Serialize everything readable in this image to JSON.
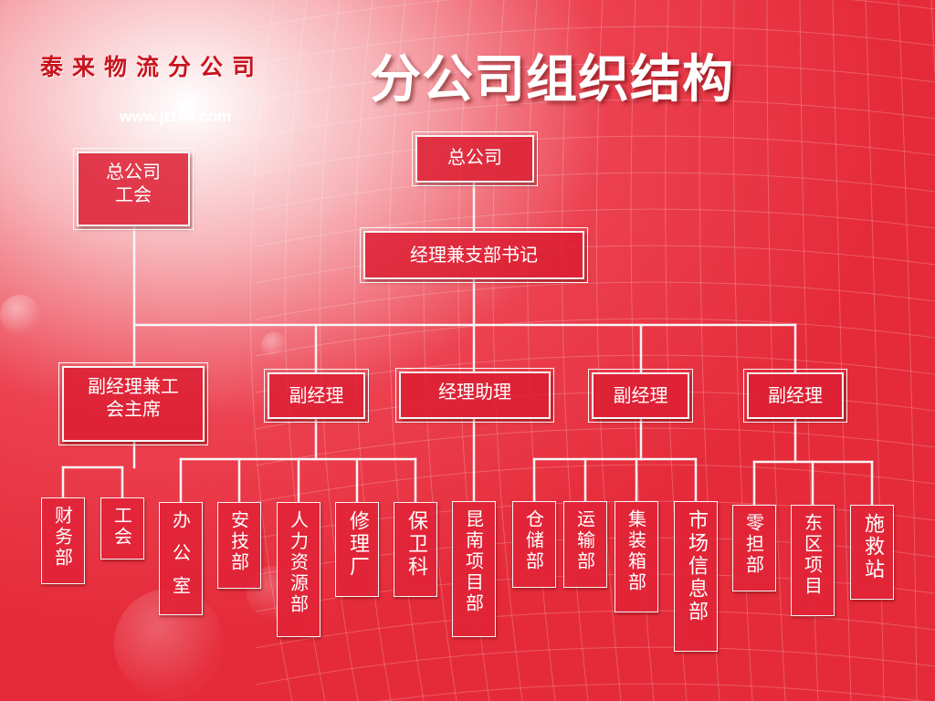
{
  "header": {
    "company": "泰来物流分公司",
    "url": "www.jt169.com",
    "title": "分公司组织结构"
  },
  "nodes": {
    "hq": "总公司",
    "hq_union": "总公司\n工会",
    "gm_secretary": "经理兼支部书记",
    "dgm_union_chair": "副经理兼工\n会主席",
    "dgm_1": "副经理",
    "gm_assistant": "经理助理",
    "dgm_2": "副经理",
    "dgm_3": "副经理"
  },
  "departments": {
    "finance": "财务部",
    "union": "工会",
    "office": "办公室",
    "safety_tech": "安技部",
    "hr": "人力资源部",
    "repair_factory": "修理厂",
    "security": "保卫科",
    "kunnan_project": "昆南项目部",
    "warehouse": "仓储部",
    "transport": "运输部",
    "container": "集装箱部",
    "market_info": "市场信息部",
    "ltl": "零担部",
    "east_project": "东区项目",
    "rescue_station": "施救站"
  },
  "colors": {
    "background": "#e8323f",
    "node_fill": "#dc1e32",
    "line": "#f6f6f6",
    "company_text": "#c8141e"
  }
}
